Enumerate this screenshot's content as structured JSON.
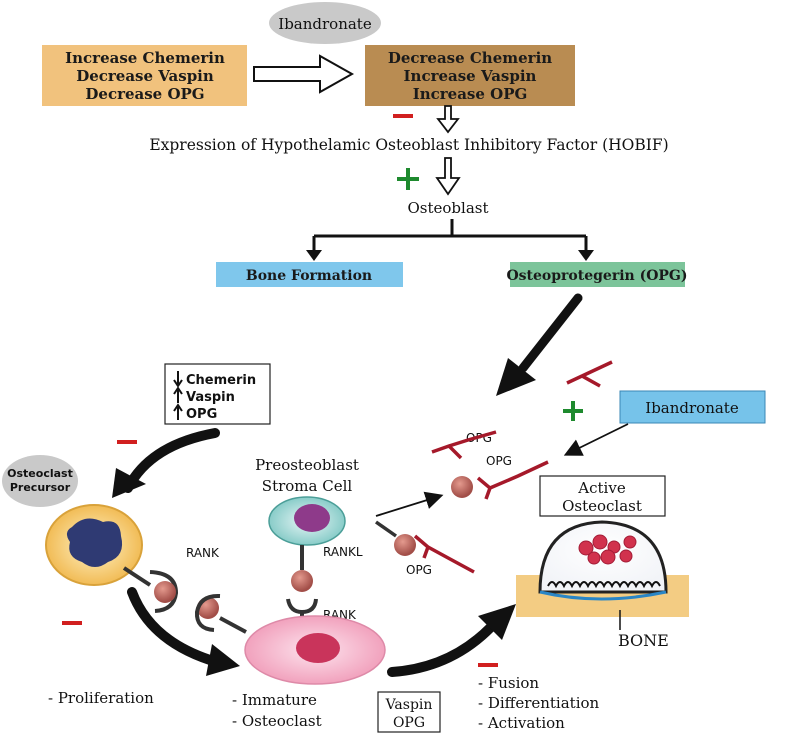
{
  "top_label": "Ibandronate",
  "box_left": {
    "line1": "Increase Chemerin",
    "line2": "Decrease Vaspin",
    "line3": "Decrease OPG",
    "color": "#f1c27d"
  },
  "box_right": {
    "line1": "Decrease Chemerin",
    "line2": "Increase Vaspin",
    "line3": "Increase OPG",
    "color": "#b98c52"
  },
  "minus_sign": "—",
  "plus_sign": "+",
  "hobif_text": "Expression of Hypothelamic Osteoblast Inhibitory Factor (HOBIF)",
  "osteoblast_text": "Osteoblast",
  "bone_formation": {
    "text": "Bone Formation",
    "color": "#7fc7ec"
  },
  "opg_box": {
    "text": "Osteoprotegerin (OPG)",
    "color": "#7cc49a"
  },
  "mid_box": {
    "line1": "Chemerin",
    "line2": "Vaspin",
    "line3": "OPG"
  },
  "osteoclast_precursor": {
    "line1": "Osteoclast",
    "line2": "Precursor"
  },
  "preosteoblast": {
    "line1": "Preosteoblast",
    "line2": "Stroma Cell"
  },
  "labels": {
    "rank1": "RANK",
    "rankl": "RANKL",
    "rank2": "RANK",
    "opg1": "OPG",
    "opg2": "OPG",
    "opg3": "OPG",
    "bone": "BONE"
  },
  "ibandronate_box": {
    "text": "Ibandronate",
    "color": "#76c3ea"
  },
  "active_osteoclast": {
    "line1": "Active",
    "line2": "Osteoclast"
  },
  "bottom": {
    "proliferation": "- Proliferation",
    "immature": "- Immature",
    "osteoclast": "- Osteoclast",
    "vaspin": "Vaspin",
    "opg": "OPG",
    "fusion": "- Fusion",
    "differentiation": "- Differentiation",
    "activation": "- Activation"
  },
  "colors": {
    "minus": "#d11f1f",
    "plus": "#1e8a2e",
    "opg_receptor": "#a5192a",
    "cell_ball": "#b8605a",
    "bone": "#f3cc83"
  }
}
